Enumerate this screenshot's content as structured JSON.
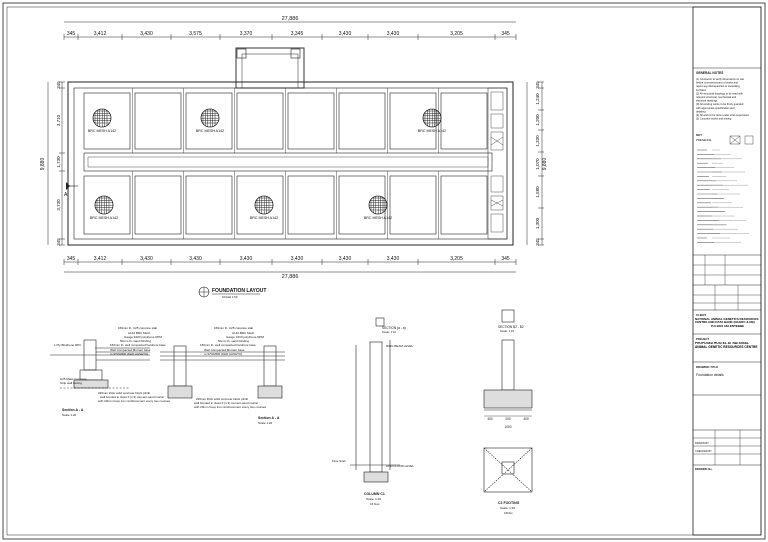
{
  "plan": {
    "title": "FOUNDATION LAYOUT",
    "scale": "SCALE 1:50",
    "overall_dim": "27,886",
    "top_dims": [
      "345",
      "3,412",
      "3,430",
      "3,575",
      "3,370",
      "3,345",
      "3,430",
      "3,430",
      "3,205",
      "345"
    ],
    "bottom_dims": [
      "345",
      "3,412",
      "3,430",
      "3,430",
      "3,430",
      "3,430",
      "3,430",
      "3,430",
      "3,205",
      "345"
    ],
    "left_dims": [
      "345",
      "3,710",
      "1,730",
      "3,730",
      "345"
    ],
    "left_total": "9,880",
    "right_dims": [
      "345",
      "1,240",
      "1,200",
      "1,330",
      "1,070",
      "1,580",
      "1,300",
      "345"
    ],
    "right_total": "9,880",
    "mesh_label": "BRC MESH A142",
    "section_marker": "A"
  },
  "details": {
    "section_a": {
      "labels": [
        "150mm th. C25 concrete slab",
        "A142 BRC Mesh",
        "Gauge 1000 polythene DPM",
        "50mm th. sand blinding",
        "150mm th. well compacted hardcore base",
        "Well Compacted Murram base",
        "to 97%MDD (MoD AASHTO)",
        "1 Ply Bituthene DPC",
        "C25 Mass Concrete",
        "Strip wall footing",
        "230mm thick solid concrete block plinth",
        "wall bonded in class II (1:3) cement-sand mortar",
        "with 20mm hoop iron reinforcement every two courses"
      ],
      "title": "Section A - A",
      "scale": "Scale 1:20"
    },
    "section_aa2": {
      "labels": [
        "150mm th. C25 concrete slab",
        "A142 BRC Mesh",
        "Gauge 1000 polythene DPM",
        "50mm th. sand blinding",
        "150mm th. well compacted hardcore base",
        "Well Compacted Murram base",
        "to 97%MDD (MoD AASHTO)",
        "230mm thick solid concrete block plinth",
        "wall bonded in class II (1:3) cement-sand mortar",
        "with 20mm hoop iron reinforcement every two courses"
      ],
      "title": "Section A - A",
      "scale": "Scale 1:20"
    },
    "column": {
      "section_label": "SECTION (a - a)",
      "section_scale": "Scale: 1:10",
      "ring_beam": "RING BEAM LEVEL",
      "floor_level": "GND FLOOR LEVEL",
      "finish": "Floor finish",
      "title": "COLUMN C1",
      "scale": "Scale: 1:20",
      "count": "16 Nos"
    },
    "base": {
      "section_label": "SECTION B2 - B2",
      "section_scale": "Scale: 1:10",
      "dims": [
        "400",
        "200",
        "400",
        "1000"
      ],
      "title": "C1 FOOTING",
      "scale": "Scale: 1:20",
      "count": "16Nos"
    }
  },
  "title_block": {
    "notes_title": "GENERAL NOTES",
    "notes": [
      "(1) Contractor to verify dimensions on site",
      "before commencement of works and",
      "report any discrepancies to consulting",
      "Architect",
      "(2) All structural drawings to be read with",
      "relevant structural, mechanical and",
      "electrical drawings",
      "(3) All existing works to be firmly guarded",
      "with appropriate specification and",
      "detailing",
      "(4) All work to be done under strict supervision",
      "(5) Concrete works and testing"
    ],
    "legend_title": "KEY",
    "legend_label": "PRESENCE",
    "client_label": "CLIENT",
    "client_name": "NATIONAL ANIMAL GENETICS RESOURCES CENTRE AND DATA BANK (NAGRC & DB)",
    "client_addr": "P.O BOX 183 ENTEBBE",
    "project_label": "PROJECT",
    "project_name": "PROPOSED HOSTEL AT NATIONAL ANIMAL GENETIC RESOURCES CENTRE",
    "drawing_label": "DRAWING TITLE",
    "drawing_name": "Foundation details",
    "drawn_by": "DRAWN BY",
    "checked_by": "CHECKED BY",
    "drawing_no": "DRAWING No."
  },
  "colors": {
    "line": "#222222",
    "grid": "#555555"
  }
}
